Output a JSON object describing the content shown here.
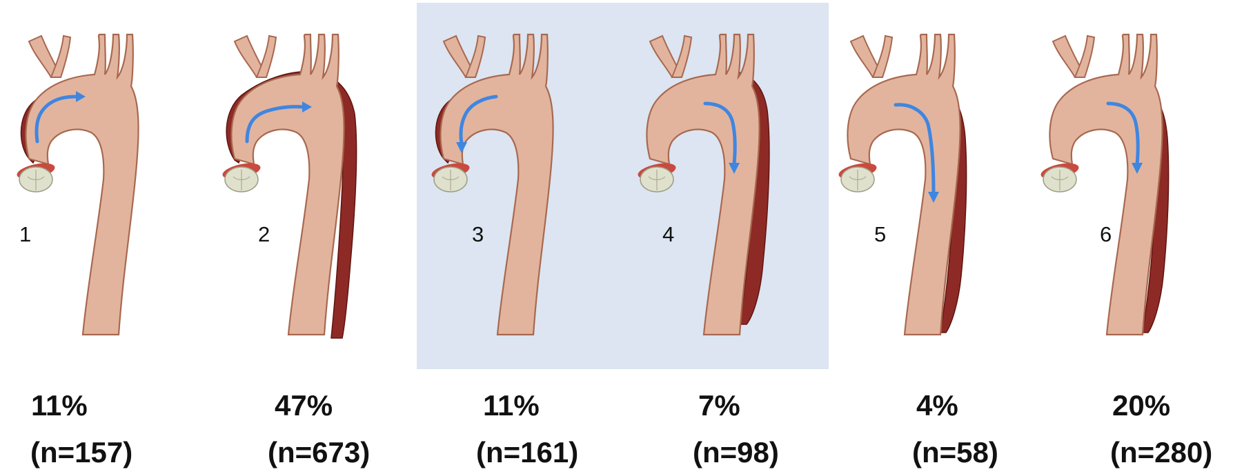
{
  "colors": {
    "highlight_box": "#dce5f1",
    "vessel_fill": "#e2b49e",
    "vessel_edge": "#a8684f",
    "false_lumen": "#8e2a26",
    "flow_arrow": "#3f86e0",
    "valve": "#dfe1cc",
    "valve_ring": "#c94a3e"
  },
  "highlighted_panels": [
    3,
    4
  ],
  "panels": [
    {
      "number": "1",
      "percent": "11%",
      "count": "(n=157)",
      "dissection": "ascending",
      "arrow": "ascending"
    },
    {
      "number": "2",
      "percent": "47%",
      "count": "(n=673)",
      "dissection": "ascending-to-descending",
      "arrow": "arch"
    },
    {
      "number": "3",
      "percent": "11%",
      "count": "(n=161)",
      "dissection": "ascending",
      "arrow": "retrograde"
    },
    {
      "number": "4",
      "percent": "7%",
      "count": "(n=98)",
      "dissection": "descending-with-arch",
      "arrow": "descending"
    },
    {
      "number": "5",
      "percent": "4%",
      "count": "(n=58)",
      "dissection": "descending",
      "arrow": "descending-long"
    },
    {
      "number": "6",
      "percent": "20%",
      "count": "(n=280)",
      "dissection": "descending",
      "arrow": "descending"
    }
  ]
}
